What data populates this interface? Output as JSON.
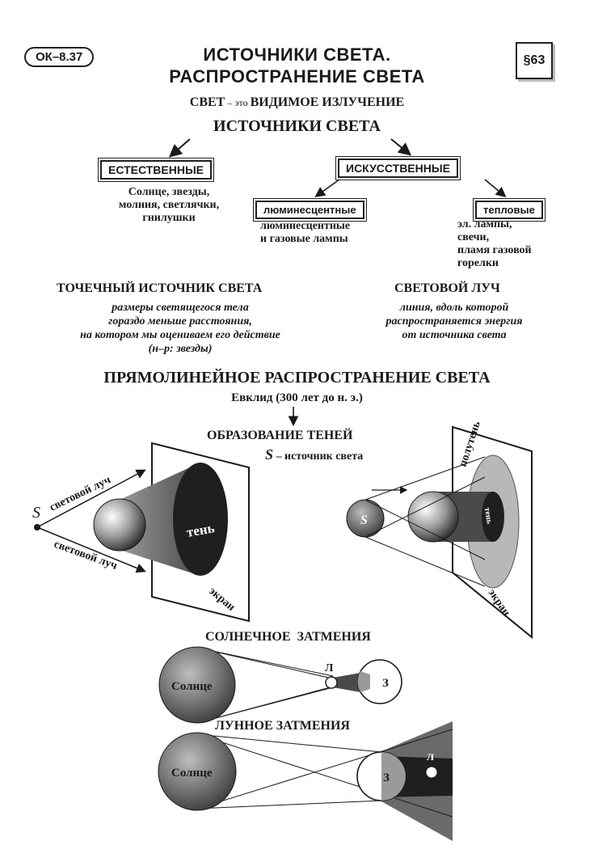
{
  "code": "ОК–8.37",
  "paragraph": "§63",
  "title_line1": "ИСТОЧНИКИ СВЕТА.",
  "title_line2": "РАСПРОСТРАНЕНИЕ СВЕТА",
  "definition": {
    "word": "СВЕТ",
    "connector": " – это ",
    "rest": "ВИДИМОЕ ИЗЛУЧЕНИЕ"
  },
  "sources_heading": "ИСТОЧНИКИ СВЕТА",
  "natural": {
    "label": "ЕСТЕСТВЕННЫЕ",
    "examples": "Солнце, звезды,\nмолния, светлячки,\nгнилушки"
  },
  "artificial": {
    "label": "ИСКУССТВЕННЫЕ",
    "luminescent": {
      "label": "люминесцентные",
      "examples": "люминесцентные\nи газовые лампы"
    },
    "thermal": {
      "label": "тепловые",
      "examples": "эл. лампы,\nсвечи,\nпламя газовой\nгорелки"
    }
  },
  "point_source": {
    "heading": "ТОЧЕЧНЫЙ ИСТОЧНИК СВЕТА",
    "text": "размеры светящегося тела\nгораздо меньше расстояния,\nна котором мы оцениваем его действие\n(н–р: звезды)"
  },
  "light_ray": {
    "heading": "СВЕТОВОЙ ЛУЧ",
    "text": "линия, вдоль которой\nраспространяется энергия\nот источника света"
  },
  "rectilinear_heading": "ПРЯМОЛИНЕЙНОЕ РАСПРОСТРАНЕНИЕ СВЕТА",
  "euclid": "Евклид (300 лет до н. э.)",
  "shadows_heading": "ОБРАЗОВАНИЕ ТЕНЕЙ",
  "source_legend": {
    "symbol": "S",
    "text": " – источник света"
  },
  "fig_left": {
    "source": "S",
    "ray_top": "световой луч",
    "ray_bottom": "световой луч",
    "shadow": "тень",
    "screen": "экран"
  },
  "fig_right": {
    "source": "S",
    "penumbra": "полутень",
    "shadow": "тень",
    "screen": "экран"
  },
  "solar_eclipse": {
    "heading": "СОЛНЕЧНОЕ  ЗАТМЕНИЯ",
    "sun": "Солнце",
    "moon": "Л",
    "earth": "З"
  },
  "lunar_eclipse": {
    "heading": "ЛУННОЕ ЗАТМЕНИЯ",
    "sun": "Солнце",
    "earth": "З",
    "moon": "Л"
  },
  "colors": {
    "ink": "#1a1a1a",
    "shadow": "#2a2a2a",
    "cone": "#6f6f6f",
    "penumbra": "#b8b8b8",
    "sphere_light": "#e8e8e8",
    "sphere_dark": "#3a3a3a"
  }
}
